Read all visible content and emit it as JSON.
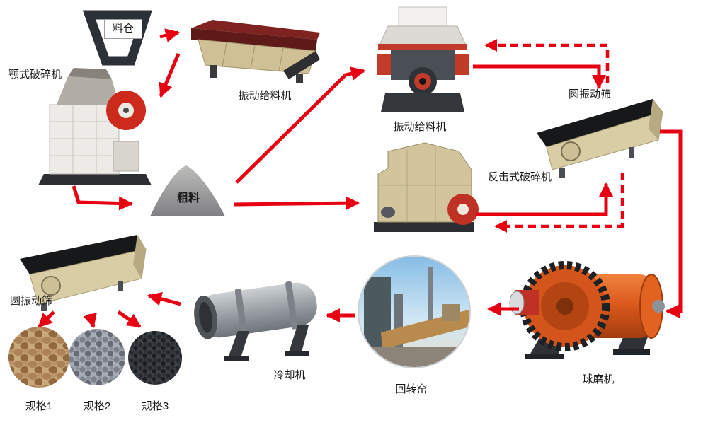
{
  "page": {
    "background": "#ffffff"
  },
  "colors": {
    "arrow_red": "#e60012",
    "label_text": "#1a1a1a"
  },
  "nodes": {
    "silo": {
      "label": "料仓"
    },
    "feeder_top": {
      "label": "振动给料机"
    },
    "jaw_crusher": {
      "label": "颚式破碎机"
    },
    "coarse_material": {
      "label": "粗料"
    },
    "cone_crusher": {
      "label": "振动给料机"
    },
    "screen_right": {
      "label": "圆振动筛"
    },
    "impact_crusher": {
      "label": "反击式破碎机"
    },
    "screen_left": {
      "label": "圆振动筛"
    },
    "cooler": {
      "label": "冷却机"
    },
    "rotary_kiln": {
      "label": "回转窑"
    },
    "ball_mill": {
      "label": "球磨机"
    },
    "spec_1": {
      "label": "规格1"
    },
    "spec_2": {
      "label": "规格2"
    },
    "spec_3": {
      "label": "规格3"
    }
  },
  "edges": [
    {
      "from": "silo",
      "to": "feeder_top",
      "style": "solid"
    },
    {
      "from": "feeder_top",
      "to": "jaw_crusher",
      "style": "solid"
    },
    {
      "from": "jaw_crusher",
      "to": "coarse_material",
      "style": "solid"
    },
    {
      "from": "coarse_material",
      "to": "cone_crusher",
      "style": "solid"
    },
    {
      "from": "coarse_material",
      "to": "impact_crusher",
      "style": "solid"
    },
    {
      "from": "cone_crusher",
      "to": "screen_right",
      "style": "solid"
    },
    {
      "from": "impact_crusher",
      "to": "screen_right",
      "style": "solid"
    },
    {
      "from": "screen_right",
      "to": "cone_crusher",
      "style": "dashed"
    },
    {
      "from": "screen_right",
      "to": "impact_crusher",
      "style": "dashed"
    },
    {
      "from": "screen_right",
      "to": "ball_mill",
      "style": "solid"
    },
    {
      "from": "ball_mill",
      "to": "rotary_kiln",
      "style": "solid"
    },
    {
      "from": "rotary_kiln",
      "to": "cooler",
      "style": "solid"
    },
    {
      "from": "cooler",
      "to": "screen_left",
      "style": "solid"
    },
    {
      "from": "screen_left",
      "to": "spec_1",
      "style": "solid"
    },
    {
      "from": "screen_left",
      "to": "spec_2",
      "style": "solid"
    },
    {
      "from": "screen_left",
      "to": "spec_3",
      "style": "solid"
    }
  ]
}
